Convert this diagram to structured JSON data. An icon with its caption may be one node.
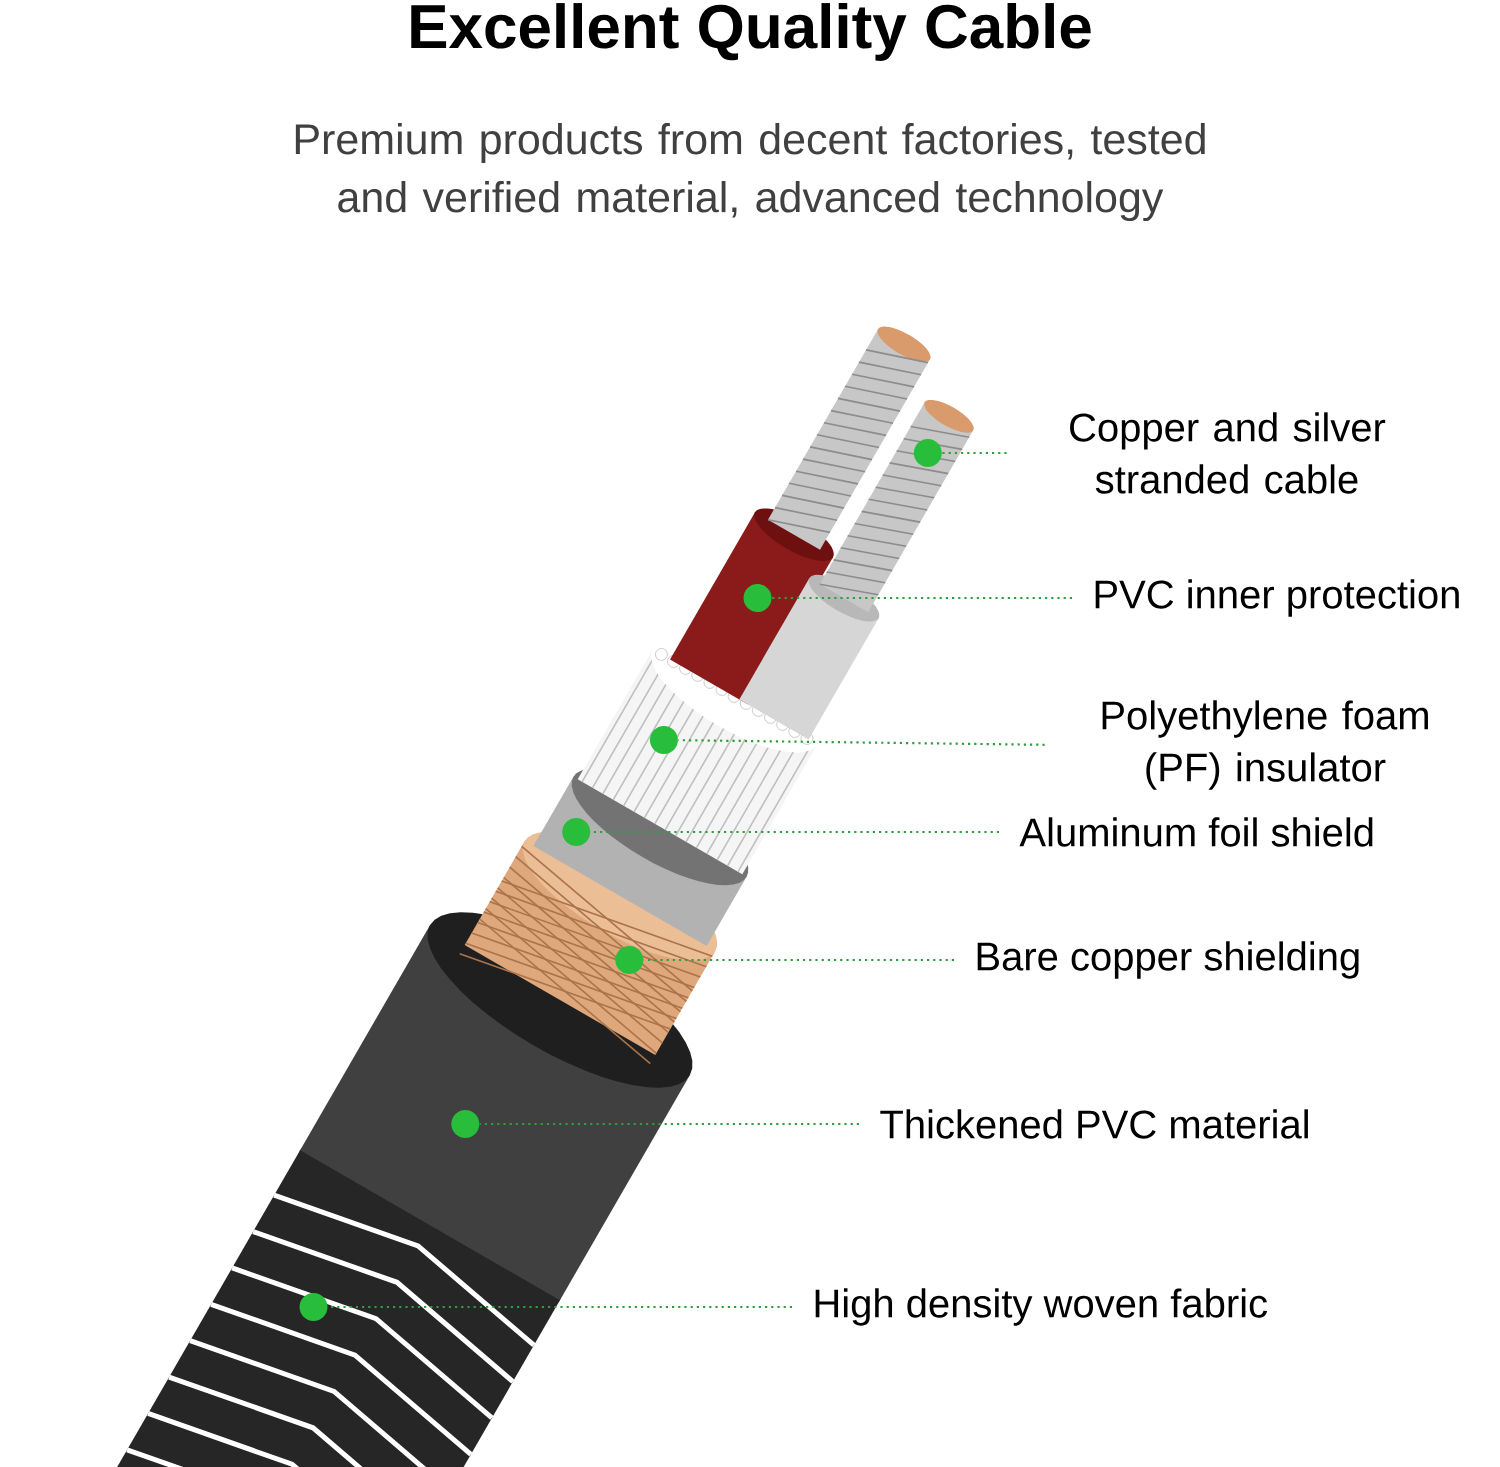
{
  "diagram": {
    "title": "Excellent Quality Cable",
    "nodes": [
      {
        "text": [
          "Copper and silver stranded cable"
        ]
      },
      {
        "text": [
          "PVC inner protection"
        ]
      },
      {
        "text": [
          "Polyethylene foam (PF) insulator"
        ]
      },
      {
        "text": [
          "Aluminum foil shield"
        ]
      },
      {
        "text": [
          "Bare copper shielding"
        ]
      },
      {
        "text": [
          "Thickened PVC material"
        ]
      },
      {
        "text": [
          "High density woven fabric"
        ]
      },
      {
        "text": [],
        "shape": "circle"
      },
      {
        "text": [],
        "shape": "circle"
      },
      {
        "text": [],
        "shape": "circle"
      },
      {
        "text": [],
        "shape": "circle"
      },
      {
        "text": [],
        "shape": "circle"
      },
      {
        "text": [],
        "shape": "circle"
      },
      {
        "text": [],
        "shape": "circle"
      }
    ],
    "edges": [
      {
        "from": 0,
        "to": 7,
        "arrow": "none"
      },
      {
        "from": 1,
        "to": 8,
        "arrow": "none"
      },
      {
        "from": 2,
        "to": 9,
        "arrow": "none"
      },
      {
        "from": 3,
        "to": 10,
        "arrow": "none"
      },
      {
        "from": 4,
        "to": 11,
        "arrow": "none"
      },
      {
        "from": 5,
        "to": 12,
        "arrow": "none"
      },
      {
        "from": 6,
        "to": 13,
        "arrow": "none"
      }
    ],
    "labels": [
      "Premium products from decent factories, tested and verified material, advanced technology"
    ]
  }
}
